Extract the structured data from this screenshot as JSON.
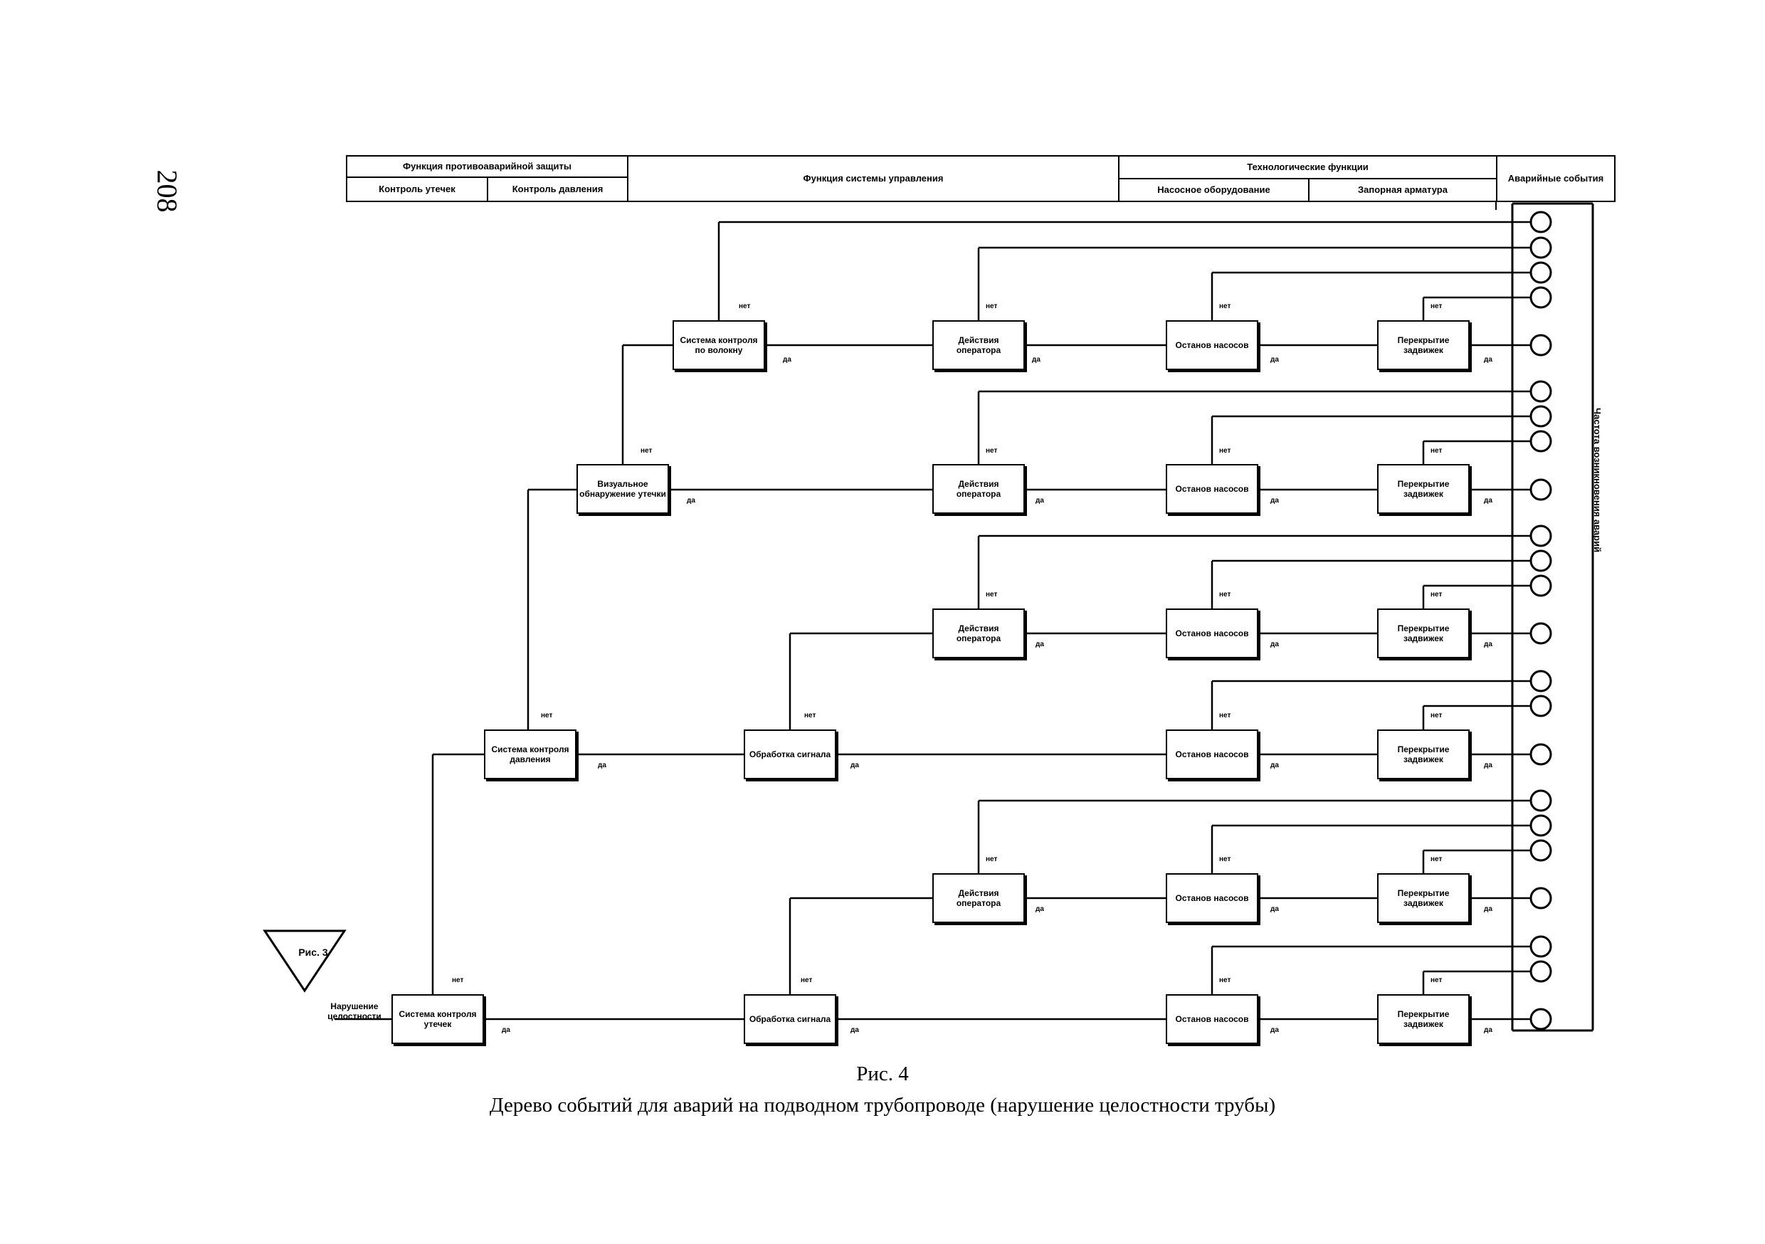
{
  "page_number": "208",
  "header": {
    "protection_title": "Функция противоаварийной защиты",
    "protection_cols": [
      "Контроль утечек",
      "Контроль давления"
    ],
    "control_title": "Функция системы управления",
    "tech_title": "Технологические функции",
    "tech_cols": [
      "Насосное оборудование",
      "Запорная арматура"
    ],
    "outcome_title": "Аварийные события"
  },
  "nodes": {
    "leak_control_system": "Система контроля утечек",
    "pressure_control_system": "Система контроля давления",
    "signal_processing_1": "Обработка сигнала",
    "signal_processing_2": "Обработка сигнала",
    "leak_detection": "Визуальное обнаружение утечки",
    "fiber_control_system": "Система контроля по волокну",
    "operator_action": "Действия оператора",
    "pump_stop": "Останов насосов",
    "valve_close": "Перекрытие задвижек"
  },
  "branch_labels": {
    "yes": "да",
    "no": "нет"
  },
  "initiating_event": "Нарушение целостности",
  "reference": "Рис. 3",
  "consequences_label": "Частота возникновения аварий",
  "caption": {
    "line1": "Рис. 4",
    "line2": "Дерево событий для аварий на подводном трубопроводе (нарушение целостности трубы)"
  }
}
